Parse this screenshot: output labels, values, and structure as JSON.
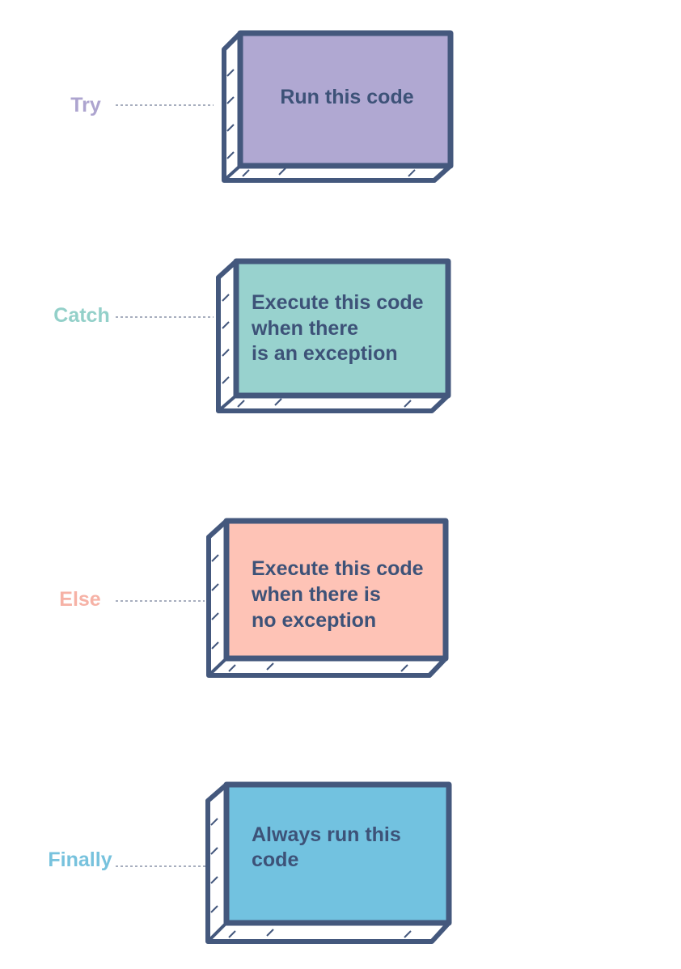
{
  "colors": {
    "outline": "#44587d",
    "text": "#3d5278",
    "connector": "#8a93a8"
  },
  "stages": [
    {
      "label": "Try",
      "label_color": "#ada4cf",
      "box_color": "#b0a8d2",
      "lines": [
        "Run this code"
      ]
    },
    {
      "label": "Catch",
      "label_color": "#93d0c9",
      "box_color": "#98d2ce",
      "lines": [
        "Execute this code",
        "when there",
        "is an exception"
      ]
    },
    {
      "label": "Else",
      "label_color": "#f6b2a6",
      "box_color": "#fec3b6",
      "lines": [
        "Execute this code",
        "when there is",
        "no exception"
      ]
    },
    {
      "label": "Finally",
      "label_color": "#77c2dd",
      "box_color": "#72c2e0",
      "lines": [
        "Always run this",
        "code"
      ]
    }
  ]
}
